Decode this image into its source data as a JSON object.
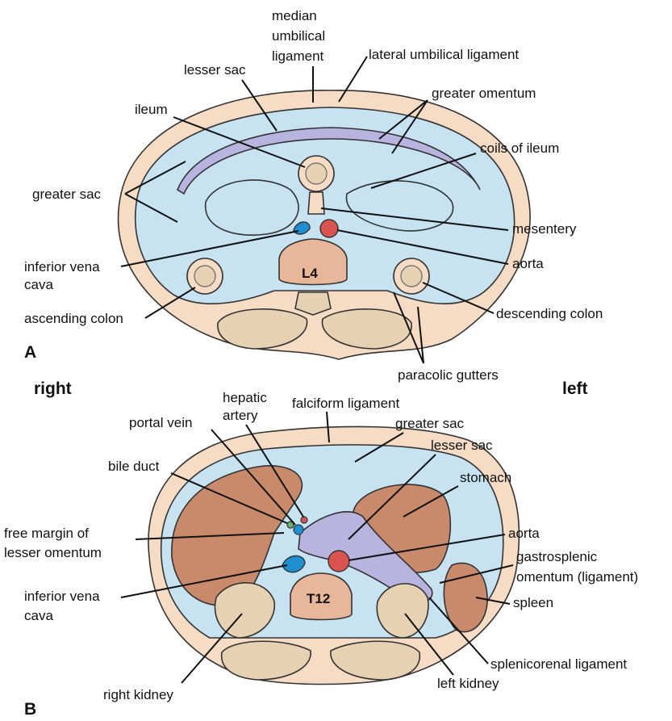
{
  "panel_a": {
    "letter": "A",
    "vertebra": "L4",
    "labels": {
      "median_umbilical_1": "median",
      "median_umbilical_2": "umbilical",
      "median_umbilical_3": "ligament",
      "lateral_umbilical": "lateral umbilical ligament",
      "lesser_sac": "lesser sac",
      "greater_omentum": "greater omentum",
      "ileum": "ileum",
      "coils_of_ileum": "coils of ileum",
      "greater_sac": "greater sac",
      "mesentery": "mesentery",
      "ivc_1": "inferior vena",
      "ivc_2": "cava",
      "aorta": "aorta",
      "ascending_colon": "ascending colon",
      "descending_colon": "descending colon",
      "paracolic_gutters": "paracolic gutters"
    }
  },
  "orientation": {
    "right": "right",
    "left": "left"
  },
  "panel_b": {
    "letter": "B",
    "vertebra": "T12",
    "labels": {
      "hepatic_artery_1": "hepatic",
      "hepatic_artery_2": "artery",
      "falciform_ligament": "falciform ligament",
      "portal_vein": "portal vein",
      "greater_sac": "greater sac",
      "lesser_sac": "lesser sac",
      "bile_duct": "bile duct",
      "stomach": "stomach",
      "free_margin_1": "free margin of",
      "free_margin_2": "lesser omentum",
      "aorta": "aorta",
      "gastrosplenic_1": "gastrosplenic",
      "gastrosplenic_2": "omentum (ligament)",
      "ivc_1": "inferior vena",
      "ivc_2": "cava",
      "spleen": "spleen",
      "splenicorenal": "splenicorenal ligament",
      "right_kidney": "right kidney",
      "left_kidney": "left kidney"
    }
  },
  "colors": {
    "skin": "#f6dcc4",
    "peritoneal_space": "#c7e3f2",
    "lesser_sac": "#b9b4df",
    "vessel_red": "#d9534f",
    "vessel_blue": "#1e90d0",
    "bone": "#e6d2b3",
    "liver": "#c98a6c",
    "vertebra_body": "#e8b79a"
  }
}
